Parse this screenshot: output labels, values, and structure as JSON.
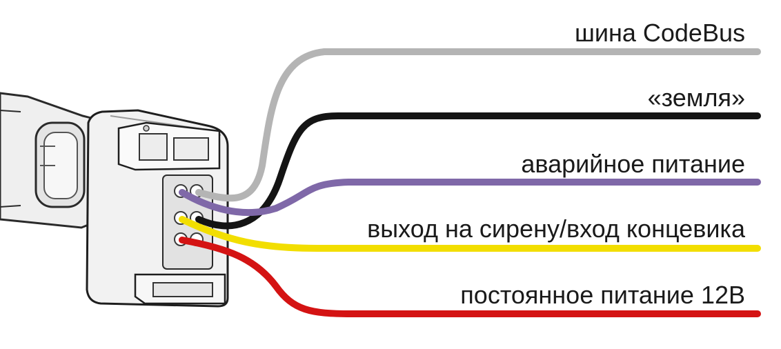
{
  "wires": [
    {
      "id": "codebus",
      "label": "шина CodeBus",
      "color": "#b4b4b4"
    },
    {
      "id": "ground",
      "label": "«земля»",
      "color": "#141414"
    },
    {
      "id": "emergency",
      "label": "аварийное питание",
      "color": "#7f68a8"
    },
    {
      "id": "siren",
      "label": "выход на сирену/вход концевика",
      "color": "#f2de00"
    },
    {
      "id": "constant",
      "label": "постоянное питание 12В",
      "color": "#d41313"
    }
  ]
}
